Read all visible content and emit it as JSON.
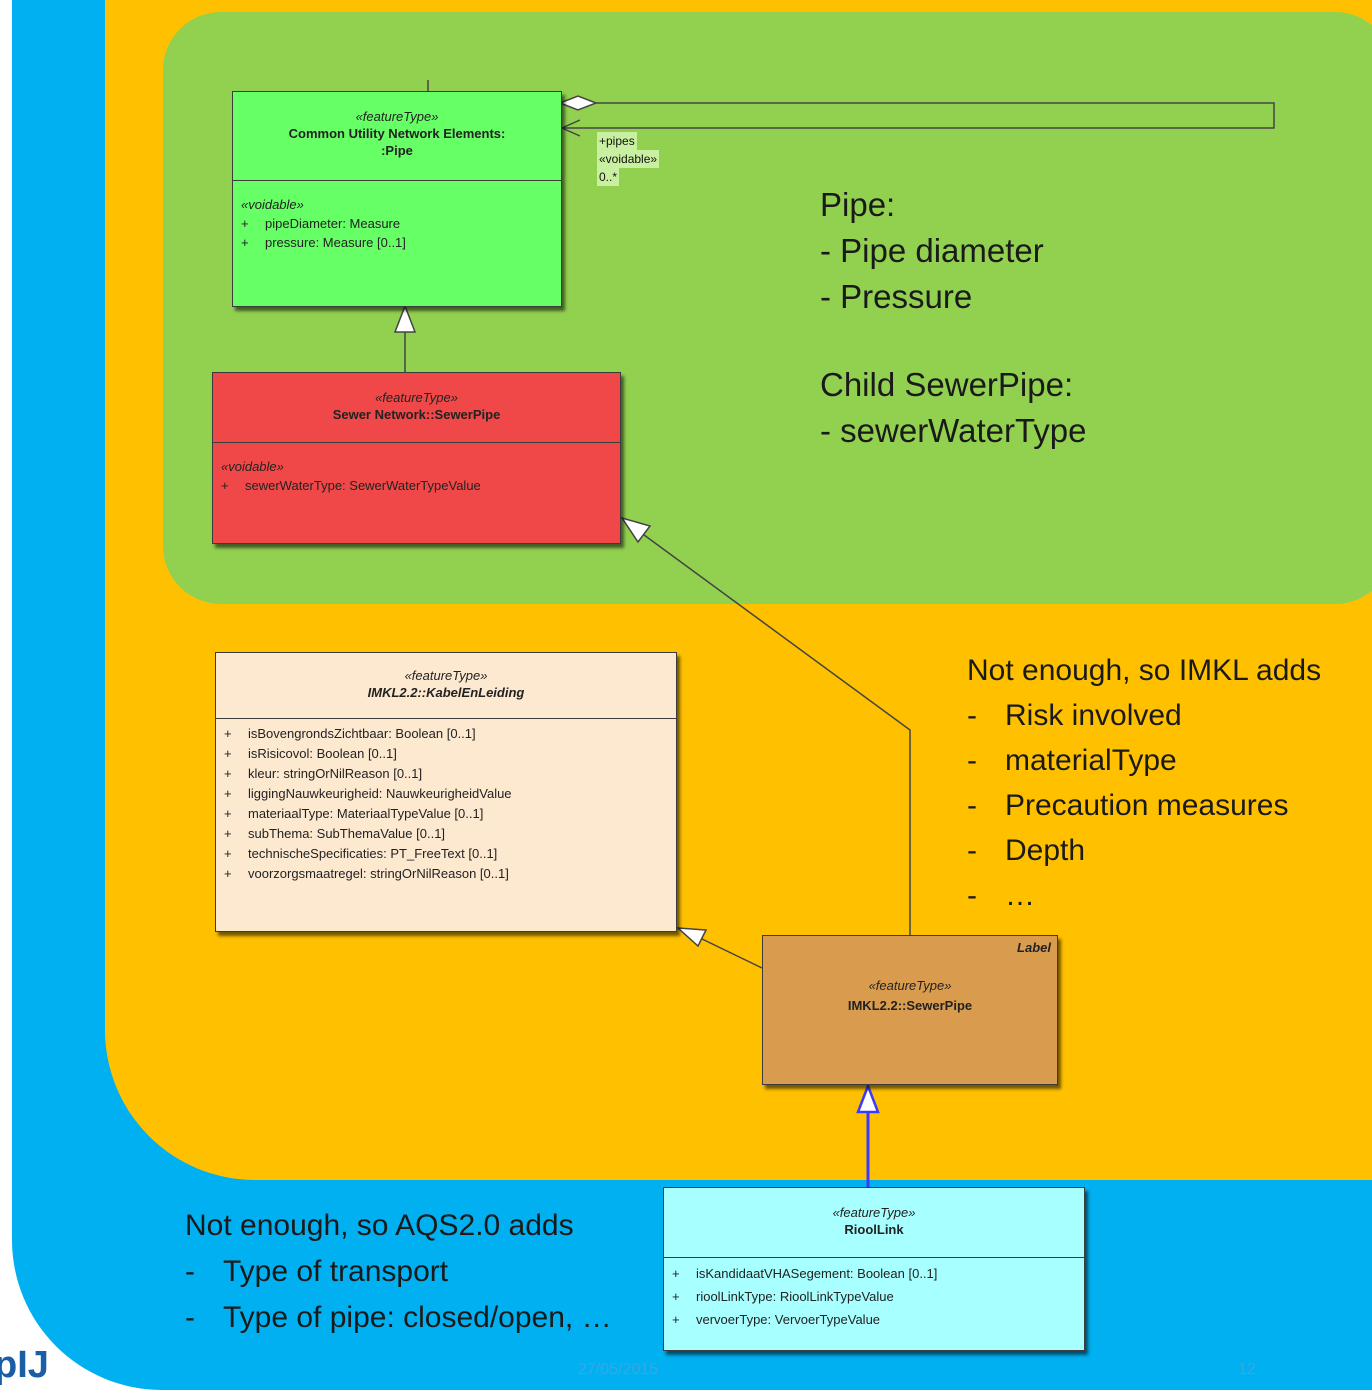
{
  "classes": {
    "pipe": {
      "stereotype": "«featureType»",
      "name_line1": "Common Utility Network Elements:",
      "name_line2": ":Pipe",
      "group": "«voidable»",
      "attrs": [
        "pipeDiameter: Measure",
        "pressure: Measure [0..1]"
      ],
      "fill": "#66ff66"
    },
    "sewer_pipe": {
      "stereotype": "«featureType»",
      "name": "Sewer Network::SewerPipe",
      "group": "«voidable»",
      "attrs": [
        "sewerWaterType: SewerWaterTypeValue"
      ],
      "fill": "#f04848"
    },
    "kabel": {
      "stereotype": "«featureType»",
      "name": "IMKL2.2::KabelEnLeiding",
      "attrs": [
        "isBovengrondsZichtbaar: Boolean [0..1]",
        "isRisicovol: Boolean [0..1]",
        "kleur: stringOrNilReason [0..1]",
        "liggingNauwkeurigheid: NauwkeurigheidValue",
        "materiaalType: MateriaalTypeValue [0..1]",
        "subThema: SubThemaValue [0..1]",
        "technischeSpecificaties: PT_FreeText [0..1]",
        "voorzorgsmaatregel: stringOrNilReason [0..1]"
      ],
      "fill": "#fde9d0"
    },
    "imkl_sewer": {
      "label": "Label",
      "stereotype": "«featureType»",
      "name": "IMKL2.2::SewerPipe",
      "fill": "#d99c4e"
    },
    "rioollink": {
      "stereotype": "«featureType»",
      "name": "RioolLink",
      "attrs": [
        "isKandidaatVHASegement: Boolean [0..1]",
        "rioolLinkType: RioolLinkTypeValue",
        "vervoerType: VervoerTypeValue"
      ],
      "fill": "#a8ffff"
    }
  },
  "association": {
    "role": "+pipes",
    "stereotype": "«voidable»",
    "multiplicity": "0..*"
  },
  "notes": {
    "pipe_title": "Pipe:",
    "pipe_items": [
      "- Pipe diameter",
      "- Pressure"
    ],
    "child_title": "Child SewerPipe:",
    "child_items": [
      "- sewerWaterType"
    ],
    "imkl_title": "Not enough, so IMKL adds",
    "imkl_items": [
      "Risk involved",
      "materialType",
      "Precaution measures",
      "Depth",
      "…"
    ],
    "aqs_title": "Not enough, so AQS2.0 adds",
    "aqs_items": [
      "Type of transport",
      "Type of pipe: closed/open, …"
    ]
  },
  "footer": {
    "date": "27/05/2015",
    "page": "12",
    "logo": "pIJ"
  },
  "colors": {
    "outer": "#00b0f0",
    "middle": "#ffc000",
    "inner": "#92d050"
  }
}
